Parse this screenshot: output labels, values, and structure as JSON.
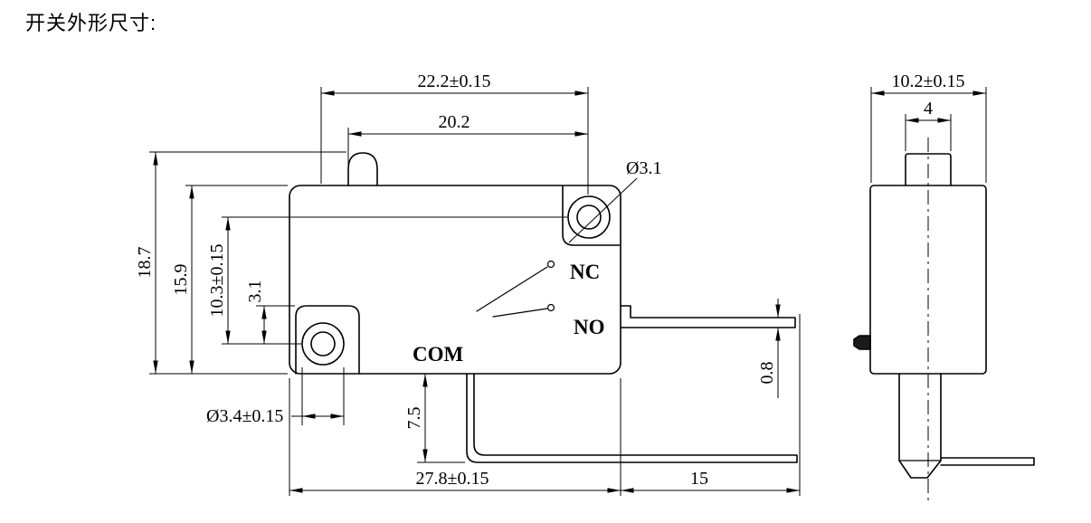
{
  "title": "开关外形尺寸:",
  "front_view": {
    "labels": {
      "nc": "NC",
      "no": "NO",
      "com": "COM"
    },
    "dimensions": {
      "top_width": "22.2±0.15",
      "inner_width": "20.2",
      "hole_top_dia": "Ø3.1",
      "total_height": "18.7",
      "body_height": "15.9",
      "hole_spacing": "10.3±0.15",
      "hole_offset": "3.1",
      "hole_bottom_dia": "Ø3.4±0.15",
      "terminal_drop": "7.5",
      "terminal_thickness": "0.8",
      "bottom_width": "27.8±0.15",
      "terminal_length": "15"
    }
  },
  "side_view": {
    "dimensions": {
      "depth": "10.2±0.15",
      "plunger_width": "4"
    }
  }
}
